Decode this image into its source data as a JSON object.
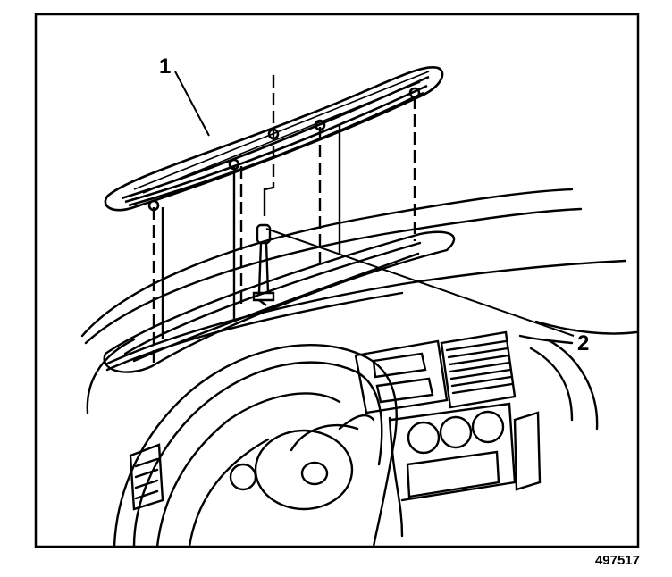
{
  "callouts": [
    {
      "label": "1",
      "part": "defroster-grille"
    },
    {
      "label": "2",
      "part": "sensor-wire"
    }
  ],
  "figure_number": "497517",
  "colors": {
    "ink": "#000000",
    "paper": "#ffffff"
  }
}
